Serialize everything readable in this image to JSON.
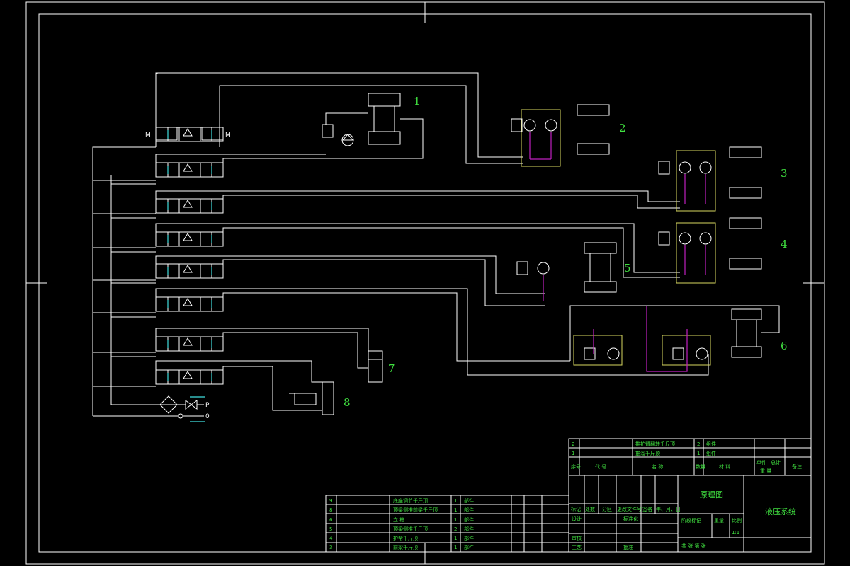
{
  "diagram": {
    "labels": {
      "c1": "1",
      "c2": "2",
      "c3": "3",
      "c4": "4",
      "c5": "5",
      "c6": "6",
      "c7": "7",
      "c8": "8"
    },
    "port_p": "P",
    "port_o": "0"
  },
  "title_block": {
    "drawing_name": "原理图",
    "system_name": "液压系统",
    "scale_label": "比例",
    "scale_value": "1:1",
    "weight_label": "重量",
    "stage_label": "阶段标记",
    "sheets_label": "共  张 第  张",
    "header_cells": [
      "标记",
      "处数",
      "分区",
      "更改文件号",
      "签名",
      "年、月、日"
    ],
    "role_design": "设计",
    "role_standard": "标准化",
    "role_review": "审核",
    "role_process": "工艺",
    "role_approve": "批准",
    "upper_list": {
      "rows": [
        {
          "no": "2",
          "name": "推护臂翻转千斤顶",
          "qty": "2",
          "mat": "组件"
        },
        {
          "no": "1",
          "name": "推溜千斤顶",
          "qty": "1",
          "mat": "组件"
        }
      ],
      "header": {
        "no": "序号",
        "code": "代  号",
        "name": "名  称",
        "qty": "数量",
        "mat": "材  料",
        "unit": "单件",
        "total": "总计",
        "weight": "重  量",
        "remark": "备注"
      }
    },
    "lower_list": {
      "rows": [
        {
          "no": "9",
          "name": "底座调节千斤顶",
          "qty": "1",
          "mat": "部件"
        },
        {
          "no": "8",
          "name": "顶梁侧推前梁千斤顶",
          "qty": "1",
          "mat": "部件"
        },
        {
          "no": "6",
          "name": "立  柱",
          "qty": "1",
          "mat": "部件"
        },
        {
          "no": "5",
          "name": "顶梁侧推千斤顶",
          "qty": "2",
          "mat": "部件"
        },
        {
          "no": "4",
          "name": "护帮千斤顶",
          "qty": "1",
          "mat": "部件"
        },
        {
          "no": "3",
          "name": "前梁千斤顶",
          "qty": "1",
          "mat": "部件"
        }
      ]
    }
  }
}
